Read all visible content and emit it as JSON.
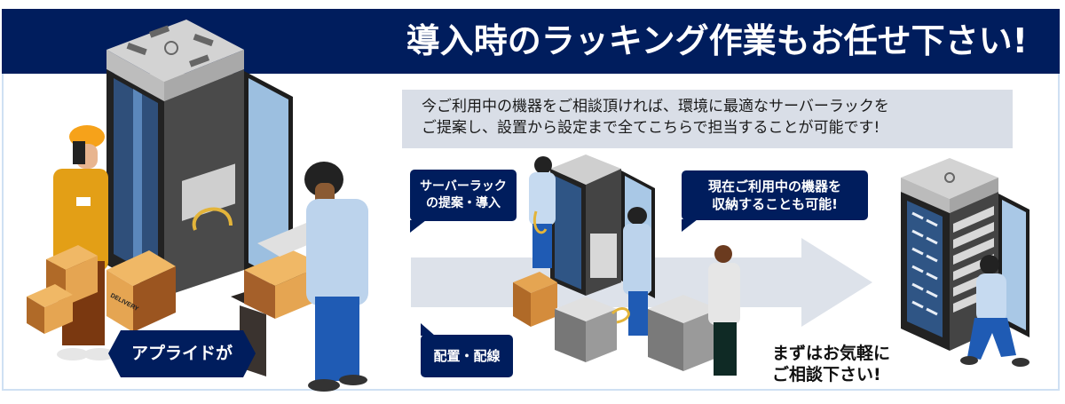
{
  "banner": {
    "title": "導入時のラッキング作業もお任せ下さい!",
    "background_color": "#001d5d",
    "text_color": "#ffffff"
  },
  "intro": {
    "line1": "今ご利用中の機器をご相談頂ければ、環境に最適なサーバーラックを",
    "line2": "ご提案し、設置から設定まで全てこちらで担当することが可能です!",
    "background_color": "#d9dee7"
  },
  "left_label": {
    "text": "アプライドが"
  },
  "steps": [
    {
      "line1": "サーバーラック",
      "line2": "の提案・導入"
    },
    {
      "line1": "現在ご利用中の機器を",
      "line2": "収納することも可能!"
    },
    {
      "line1": "配置・配線"
    }
  ],
  "cta": {
    "line1": "まずはお気軽に",
    "line2": "ご相談下さい!"
  },
  "illustrations": {
    "left_scene": "delivery-worker-with-boxes-and-server-rack",
    "middle_scene": "technicians-installing-servers",
    "right_scene": "technician-kneeling-at-full-server-rack",
    "box_label": "DELIVERY"
  },
  "colors": {
    "navy": "#001d5d",
    "frame_border": "#cfe0f3",
    "arrow": "#dde2ea"
  }
}
